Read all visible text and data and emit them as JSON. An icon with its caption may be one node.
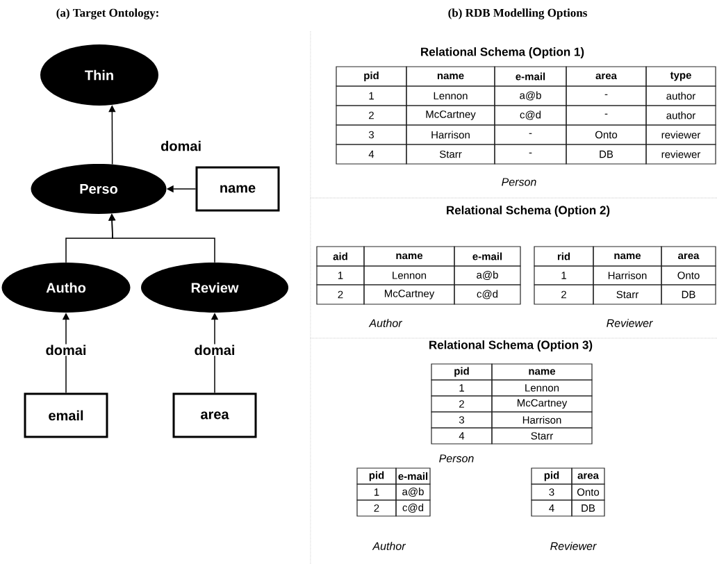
{
  "diagram": {
    "nodes": [
      {
        "text": [
          "Thin"
        ]
      },
      {
        "text": [
          "Perso"
        ]
      },
      {
        "text": [
          "name"
        ]
      },
      {
        "text": [
          "Autho"
        ]
      },
      {
        "text": [
          "Review"
        ]
      },
      {
        "text": [
          "email"
        ]
      },
      {
        "text": [
          "area"
        ]
      }
    ],
    "edges": [
      {
        "from": 1,
        "to": 0,
        "arrow": "to"
      },
      {
        "from": 2,
        "to": 1,
        "arrow": "to",
        "label": "domai"
      },
      {
        "from": 3,
        "to": 1,
        "arrow": "to"
      },
      {
        "from": 4,
        "to": 1,
        "arrow": "to"
      },
      {
        "from": 5,
        "to": 3,
        "arrow": "to",
        "label": "domai"
      },
      {
        "from": 6,
        "to": 4,
        "arrow": "to",
        "label": "domai"
      }
    ],
    "labels": [
      "(a) Target Ontology:",
      "(b) RDB Modelling Options",
      "Relational Schema (Option 1)",
      "pid",
      "name",
      "e-mail",
      "area",
      "type",
      "1",
      "Lennon",
      "a@b",
      "-",
      "author",
      "2",
      "McCartney",
      "c@d",
      "-",
      "author",
      "3",
      "Harrison",
      "-",
      "Onto",
      "reviewer",
      "4",
      "Starr",
      "-",
      "DB",
      "reviewer",
      "Person",
      "Relational Schema (Option 2)",
      "aid",
      "name",
      "e-mail",
      "1",
      "Lennon",
      "a@b",
      "2",
      "McCartney",
      "c@d",
      "rid",
      "name",
      "area",
      "1",
      "Harrison",
      "Onto",
      "2",
      "Starr",
      "DB",
      "Author",
      "Reviewer",
      "Relational Schema (Option 3)",
      "pid",
      "name",
      "1",
      "Lennon",
      "2",
      "McCartney",
      "3",
      "Harrison",
      "4",
      "Starr",
      "Person",
      "pid",
      "e-mail",
      "1",
      "a@b",
      "2",
      "c@d",
      "pid",
      "area",
      "3",
      "Onto",
      "4",
      "DB",
      "Author",
      "Reviewer"
    ]
  }
}
